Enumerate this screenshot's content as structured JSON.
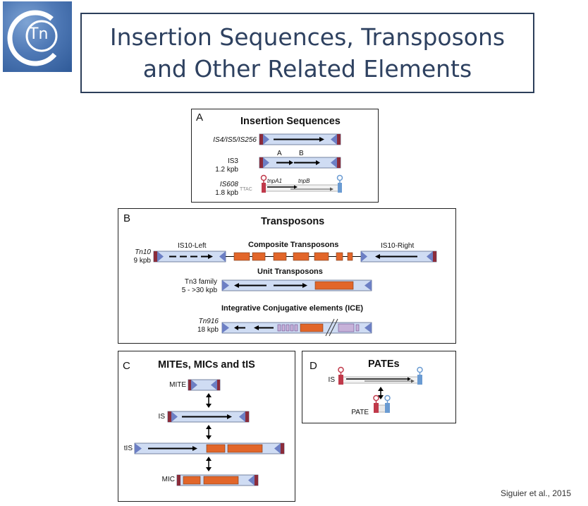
{
  "colors": {
    "title": "#2e4160",
    "element_fill": "#cfdcf3",
    "dark_red": "#8b2c3a",
    "orange": "#e2662a",
    "purple": "#c7b2d9",
    "ir_triangle": "#6c7fc4"
  },
  "logo": {
    "letters": "Tn"
  },
  "title": "Insertion Sequences, Transposons\nand Other Related Elements",
  "panels": {
    "a": {
      "letter": "A",
      "title": "Insertion Sequences",
      "rows": [
        {
          "label": "IS4/IS5/IS256"
        },
        {
          "label": "IS3",
          "size": "1.2 kpb",
          "orf_a": "A",
          "orf_b": "B"
        },
        {
          "label": "IS608",
          "size": "1.8 kpb",
          "site": "TTAC",
          "gene1": "tnpA1",
          "gene2": "tnpB"
        }
      ]
    },
    "b": {
      "letter": "B",
      "title": "Transposons",
      "tn10": {
        "label": "Tn10",
        "size": "9 kpb",
        "left": "IS10-Left",
        "right": "IS10-Right",
        "heading": "Composite Transposons"
      },
      "tn3": {
        "label": "Tn3 family",
        "size": "5 - >30 kpb",
        "heading": "Unit Transposons"
      },
      "tn916": {
        "label": "Tn916",
        "size": "18 kpb",
        "heading": "Integrative Conjugative elements (ICE)"
      }
    },
    "c": {
      "letter": "C",
      "title": "MITEs, MICs and tIS",
      "rows": [
        {
          "label": "MITE"
        },
        {
          "label": "IS"
        },
        {
          "label": "tIS"
        },
        {
          "label": "MIC"
        }
      ]
    },
    "d": {
      "letter": "D",
      "title": "PATEs",
      "rows": [
        {
          "label": "IS"
        },
        {
          "label": "PATE"
        }
      ]
    }
  },
  "citation": "Siguier et al., 2015"
}
